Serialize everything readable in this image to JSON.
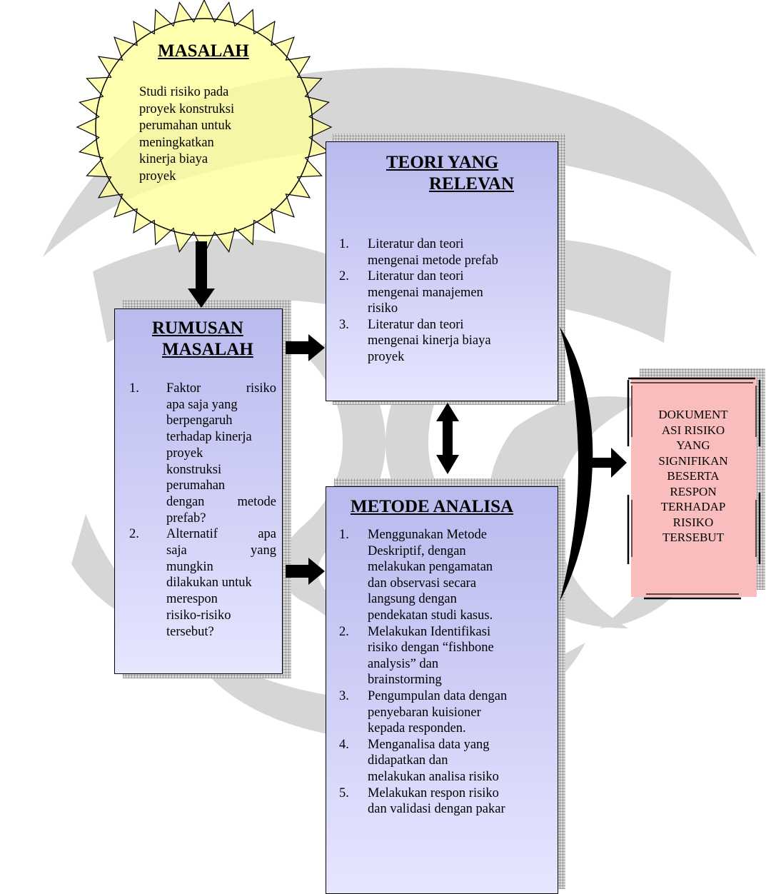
{
  "masalah": {
    "title": "MASALAH",
    "text_lines": [
      "Studi risiko pada",
      "proyek konstruksi",
      "perumahan untuk",
      "meningkatkan",
      "kinerja biaya",
      "proyek"
    ]
  },
  "teori": {
    "title_line1": "TEORI YANG",
    "title_line2": "RELEVAN",
    "items": [
      {
        "num": "1.",
        "lines": [
          "Literatur dan teori",
          "mengenai metode prefab"
        ]
      },
      {
        "num": "2.",
        "lines": [
          "Literatur dan teori",
          "mengenai manajemen",
          "risiko"
        ]
      },
      {
        "num": "3.",
        "lines": [
          "Literatur dan teori",
          "mengenai kinerja biaya",
          "proyek"
        ]
      }
    ]
  },
  "rumusan": {
    "title_line1": "RUMUSAN",
    "title_line2": "MASALAH",
    "items": [
      {
        "num": "1.",
        "lines": [
          "Faktor risiko",
          "apa saja yang",
          "berpengaruh",
          "terhadap kinerja",
          "proyek",
          "konstruksi",
          "perumahan",
          "dengan metode",
          "prefab?"
        ]
      },
      {
        "num": "2.",
        "lines": [
          "Alternatif apa",
          "saja yang",
          "mungkin",
          "dilakukan untuk",
          "merespon",
          "risiko-risiko",
          "tersebut?"
        ]
      }
    ]
  },
  "metode": {
    "title": "METODE ANALISA",
    "items": [
      {
        "num": "1.",
        "lines": [
          "Menggunakan Metode",
          "Deskriptif, dengan",
          "melakukan pengamatan",
          "dan observasi secara",
          "langsung dengan",
          "pendekatan studi kasus."
        ]
      },
      {
        "num": "2.",
        "lines": [
          "Melakukan Identifikasi",
          "risiko dengan “fishbone",
          "analysis” dan",
          "brainstorming"
        ]
      },
      {
        "num": "3.",
        "lines": [
          "Pengumpulan data dengan",
          "penyebaran kuisioner",
          "kepada responden."
        ]
      },
      {
        "num": "4.",
        "lines": [
          "Menganalisa data yang",
          "didapatkan dan",
          "melakukan analisa risiko"
        ]
      },
      {
        "num": "5.",
        "lines": [
          "Melakukan respon risiko",
          "dan validasi dengan pakar"
        ]
      }
    ]
  },
  "dokumentasi": {
    "text_lines": [
      "DOKUMENT",
      "ASI RISIKO",
      "YANG",
      "SIGNIFIKAN",
      "BESERTA",
      "RESPON",
      "TERHADAP",
      "RISIKO",
      "TERSEBUT"
    ]
  },
  "colors": {
    "sun_fill": "#ffff99",
    "box_fill": "#ccccf6",
    "pink_fill": "#f9bdbd",
    "arrow": "#000000",
    "watermark": "#b8b8b8"
  }
}
